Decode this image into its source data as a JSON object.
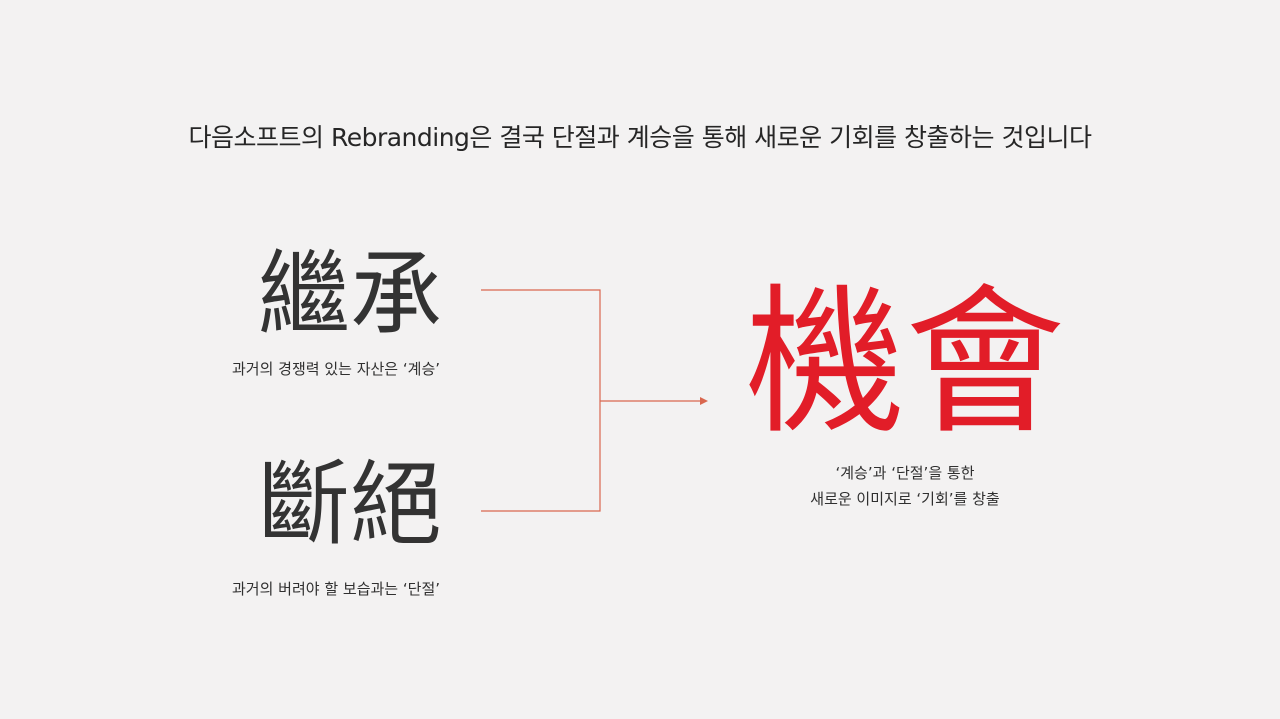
{
  "headline": "다음소프트의 Rebranding은 결국 단절과 계승을 통해 새로운 기회를 창출하는 것입니다",
  "inheritance": {
    "hanja": "繼承",
    "caption": "과거의 경쟁력 있는 자산은 ‘계승’"
  },
  "disconnection": {
    "hanja": "斷絕",
    "caption": "과거의 버려야 할 보습과는 ‘단절’"
  },
  "opportunity": {
    "hanja": "機會",
    "caption_line1": "‘계승’과 ‘단절’을 통한",
    "caption_line2": "새로운 이미지로 ‘기회’를 창출"
  },
  "colors": {
    "accent": "#e21d28",
    "connector": "#d9674f",
    "text": "#2b2b2b",
    "background": "#f3f2f2"
  }
}
